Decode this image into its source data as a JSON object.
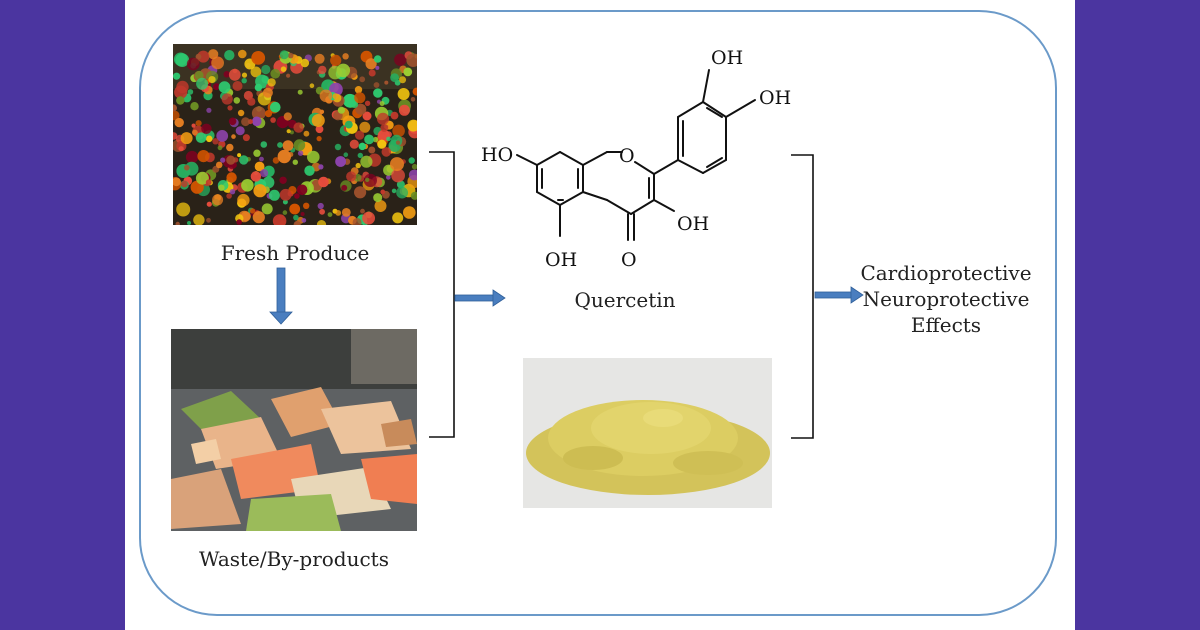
{
  "labels": {
    "fresh_produce": "Fresh Produce",
    "waste": "Waste/By-products",
    "compound": "Quercetin",
    "effects": [
      "Cardioprotective",
      "Neuroprotective",
      "Effects"
    ]
  },
  "molecule_atoms": {
    "oh_top": "OH",
    "oh_right": "OH",
    "ho_left": "HO",
    "ring_o": "O",
    "oh_3": "OH",
    "oh_5": "OH",
    "carbonyl_o": "O"
  },
  "colors": {
    "background_band": "#4b35a0",
    "frame": "#6b9ac9",
    "arrow": "#4a7ebf",
    "powder": "#d8c85a"
  },
  "icons": [
    "arrow-down-icon",
    "arrow-right-icon",
    "bracket-icon"
  ]
}
